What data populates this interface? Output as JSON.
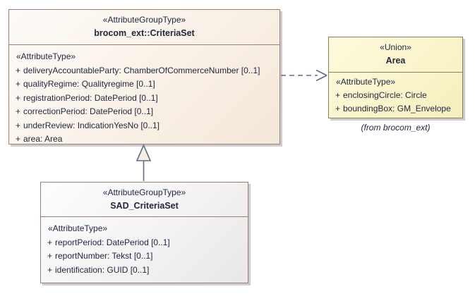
{
  "colors": {
    "connector": "#5c6b8f",
    "text": "#232840",
    "criteriaset_fill": "#f4e7d9",
    "criteriaset_border": "#9b8175",
    "area_fill": "#f8f2c8",
    "area_border": "#8c7d5d",
    "sad_fill": "#eeecec",
    "sad_border": "#9b8175",
    "triangle_fill": "#f7eee2"
  },
  "classes": {
    "criteriaset": {
      "stereotype": "«AttributeGroupType»",
      "name": "brocom_ext::CriteriaSet",
      "compartment_label": "«AttributeType»",
      "attributes": [
        {
          "vis": "+",
          "text": "deliveryAccountableParty: ChamberOfCommerceNumber [0..1]"
        },
        {
          "vis": "+",
          "text": "qualityRegime: Qualityregime [0..1]"
        },
        {
          "vis": "+",
          "text": "registrationPeriod: DatePeriod [0..1]"
        },
        {
          "vis": "+",
          "text": "correctionPeriod: DatePeriod [0..1]"
        },
        {
          "vis": "+",
          "text": "underReview: IndicationYesNo [0..1]"
        },
        {
          "vis": "+",
          "text": "area: Area"
        }
      ]
    },
    "area": {
      "stereotype": "«Union»",
      "name": "Area",
      "compartment_label": "«AttributeType»",
      "attributes": [
        {
          "vis": "+",
          "text": "enclosingCircle: Circle"
        },
        {
          "vis": "+",
          "text": "boundingBox: GM_Envelope"
        }
      ],
      "caption": "(from brocom_ext)"
    },
    "sad_criteriaset": {
      "stereotype": "«AttributeGroupType»",
      "name": "SAD_CriteriaSet",
      "compartment_label": "«AttributeType»",
      "attributes": [
        {
          "vis": "+",
          "text": "reportPeriod: DatePeriod [0..1]"
        },
        {
          "vis": "+",
          "text": "reportNumber: Tekst [0..1]"
        },
        {
          "vis": "+",
          "text": "identification: GUID [0..1]"
        }
      ]
    }
  },
  "connectors": {
    "dependency": {
      "type": "dependency",
      "from": "brocom_ext::CriteriaSet",
      "to": "Area"
    },
    "generalization": {
      "type": "generalization",
      "from": "SAD_CriteriaSet",
      "to": "brocom_ext::CriteriaSet"
    }
  }
}
